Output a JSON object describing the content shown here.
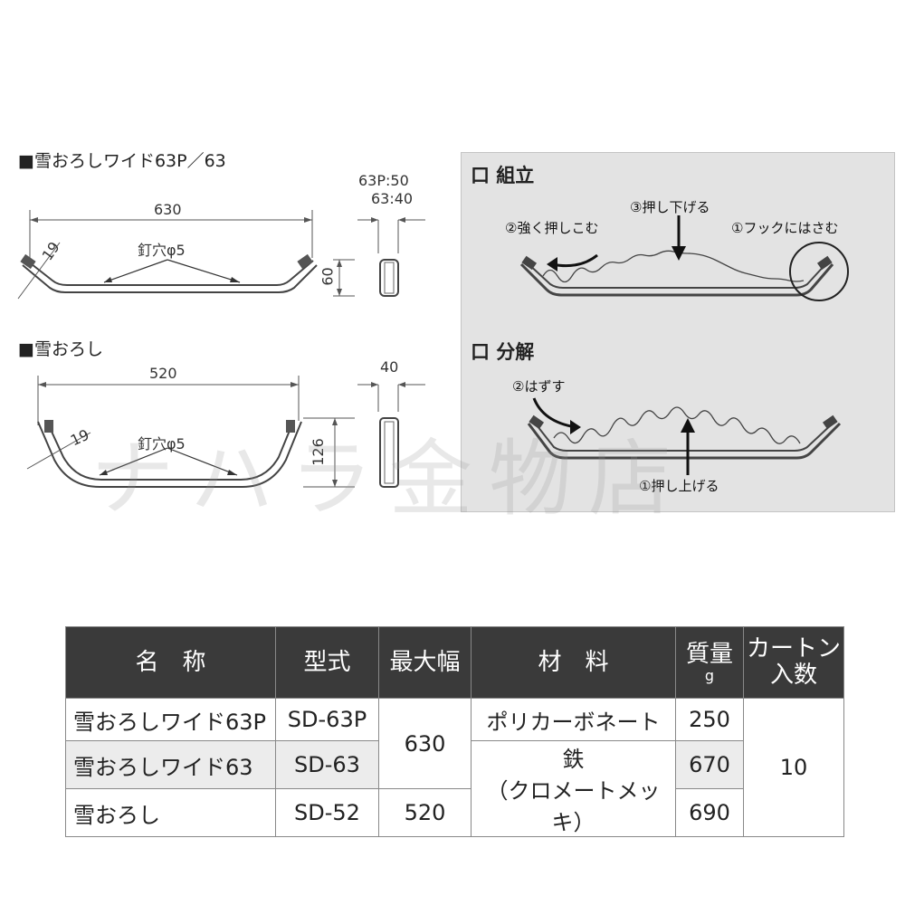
{
  "left_drawings": {
    "wide": {
      "title": "■雪おろしワイド63P／63",
      "width_label": "630",
      "angle_label": "19",
      "nail_label": "釘穴φ5",
      "height_label": "60",
      "side_top_label_1": "63P:50",
      "side_top_label_2": "63:40"
    },
    "standard": {
      "title": "■雪おろし",
      "width_label": "520",
      "angle_label": "19",
      "nail_label": "釘穴φ5",
      "height_label": "126",
      "side_top_label": "40"
    }
  },
  "assembly_panel": {
    "assemble": {
      "heading": "口 組立",
      "step1": "①フックにはさむ",
      "step2": "②強く押しこむ",
      "step3": "③押し下げる"
    },
    "disassemble": {
      "heading": "口 分解",
      "step1": "①押し上げる",
      "step2": "②はずす"
    }
  },
  "watermark": "ナハラ金物店",
  "spec_table": {
    "headers": {
      "name": "名　称",
      "model": "型式",
      "max_width": "最大幅",
      "material": "材　料",
      "weight_l1": "質量",
      "weight_l2": "g",
      "carton_l1": "カートン",
      "carton_l2": "入数"
    },
    "rows": [
      {
        "name": "雪おろしワイド63P",
        "model": "SD-63P",
        "weight": "250"
      },
      {
        "name": "雪おろしワイド63",
        "model": "SD-63",
        "weight": "670"
      },
      {
        "name": "雪おろし",
        "model": "SD-52",
        "weight": "690"
      }
    ],
    "width_wide": "630",
    "width_standard": "520",
    "material_poly": "ポリカーボネート",
    "material_iron_l1": "鉄",
    "material_iron_l2": "（クロメートメッキ）",
    "carton_qty": "10"
  }
}
